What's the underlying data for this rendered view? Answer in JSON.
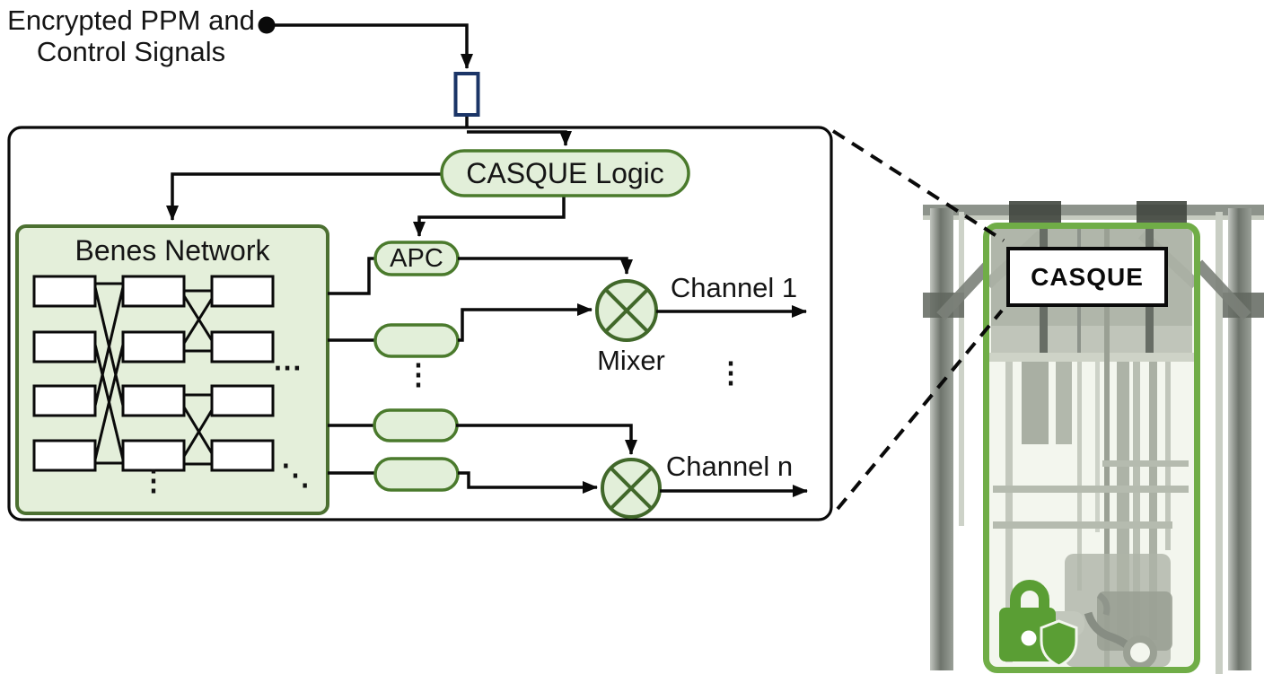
{
  "labels": {
    "input_line1": "Encrypted PPM and",
    "input_line2": "Control Signals",
    "casque_logic": "CASQUE Logic",
    "apc": "APC",
    "benes_network": "Benes Network",
    "mixer": "Mixer",
    "channel_1": "Channel 1",
    "channel_n": "Channel n",
    "photo_label": "CASQUE"
  },
  "ellipses": {
    "vertical": "⋮",
    "horizontal": "···",
    "diagonal": "⋱"
  },
  "colors": {
    "node_fill": "#e2efd9",
    "node_stroke": "#4a7a2c",
    "mixer_stroke": "#41682a",
    "photo_frame_green": "#70ad47",
    "security_green": "#5a9e34",
    "input_block_navy": "#1b3567",
    "line_black": "#0a0a0a"
  }
}
